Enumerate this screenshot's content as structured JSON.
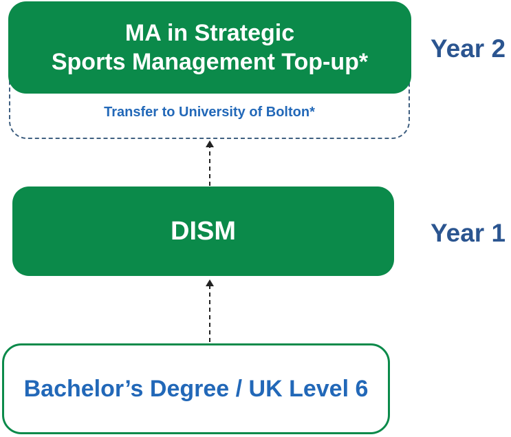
{
  "programme": {
    "title_line1": "MA in Strategic",
    "title_line2": "Sports Management Top-up*",
    "transfer_note": "Transfer to University of Bolton*"
  },
  "middle": {
    "label": "DISM"
  },
  "entry": {
    "label": "Bachelor’s Degree / UK Level 6"
  },
  "years": {
    "year2": "Year 2",
    "year1": "Year 1"
  },
  "colors": {
    "box_green": "#0b8a4a",
    "text_blue": "#2268b8",
    "year_blue": "#2b5590",
    "dash_blue": "#3f5f80"
  }
}
